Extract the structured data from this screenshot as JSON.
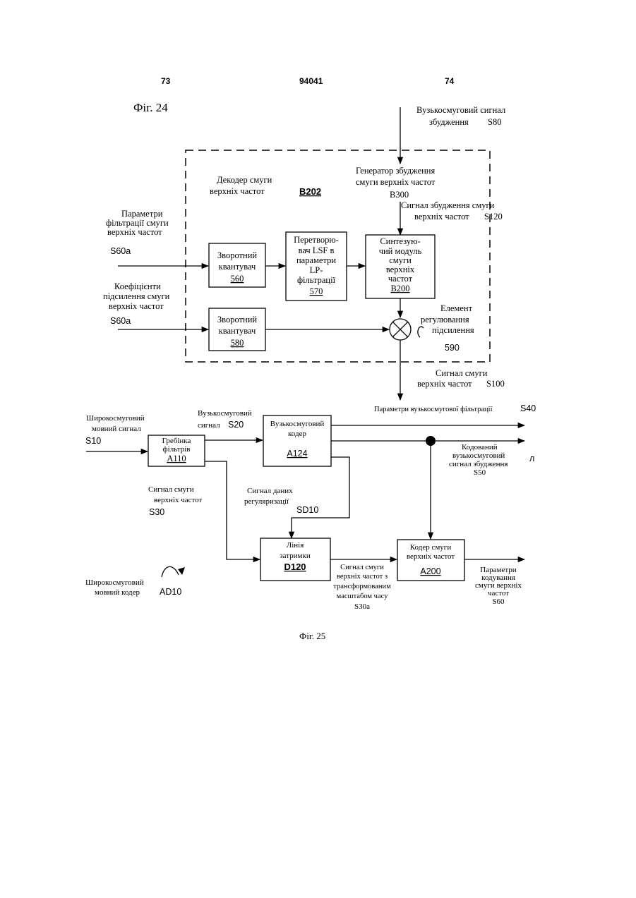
{
  "header": {
    "page_left": "73",
    "patent_number": "94041",
    "page_right": "74"
  },
  "fig24": {
    "caption": "Фіг. 24",
    "narrowband_excitation": [
      "Вузькосмуговий сигнал",
      "збудження"
    ],
    "narrowband_excitation_code": "S80",
    "decoder_label": [
      "Декодер смуги",
      "верхніх частот"
    ],
    "decoder_code": "B202",
    "generator_label": [
      "Генератор збудження",
      "смуги  верхніх частот"
    ],
    "generator_code": "B300",
    "excitation_out_label": [
      "Сигнал збудження смуги",
      "верхніх частот"
    ],
    "excitation_out_code": "S120",
    "filter_params_label": [
      "Параметри",
      "фільтрації смуги",
      "верхніх частот"
    ],
    "filter_params_code": "S60a",
    "gain_params_label": [
      "Коефіцієнти",
      "підсилення смуги",
      "верхніх частот"
    ],
    "gain_params_code": "S60a",
    "inv_quant_1": {
      "lines": [
        "Зворотний",
        "квантувач"
      ],
      "code": "560"
    },
    "lsf_converter": {
      "lines": [
        "Перетворю-",
        "вач LSF в",
        "параметри",
        "LP-",
        "фільтрації"
      ],
      "code": "570"
    },
    "synth_module": {
      "lines": [
        "Синтезую-",
        "чий модуль",
        "смуги",
        "верхніх",
        "частот"
      ],
      "code": "B200"
    },
    "inv_quant_2": {
      "lines": [
        "Зворотний",
        "квантувач"
      ],
      "code": "580"
    },
    "gain_element_label": [
      "Елемент",
      "регулювання",
      "підсилення"
    ],
    "gain_element_code": "590",
    "output_label": [
      "Сигнал смуги",
      "верхніх частот"
    ],
    "output_code": "S100"
  },
  "fig25": {
    "caption": "Фіг. 25",
    "wideband_input_label": [
      "Широкосмуговий",
      "мовний сигнал"
    ],
    "wideband_input_code": "S10",
    "filter_bank": {
      "lines": [
        "Гребінка",
        "фільтрів"
      ],
      "code": "A110"
    },
    "narrowband_signal_label": [
      "Вузькосмуговий",
      "сигнал"
    ],
    "narrowband_signal_code": "S20",
    "narrowband_coder": {
      "lines": [
        "Вузькосмуговий",
        "кодер"
      ],
      "code": "A124"
    },
    "nb_filter_params_label": "Параметри вузькосмугової фільтрації",
    "nb_filter_params_code": "S40",
    "coded_excitation_label": [
      "Кодований",
      "вузькосмуговий",
      "сигнал збудження"
    ],
    "coded_excitation_code": "S50",
    "stray_mark": "л",
    "highband_signal_label": [
      "Сигнал смуги",
      "верхніх частот"
    ],
    "highband_signal_code": "S30",
    "reg_data_label": [
      "Сигнал даних",
      "регуляризації"
    ],
    "reg_data_code": "SD10",
    "delay_line": {
      "lines": [
        "Лінія",
        "затримки"
      ],
      "code": "D120"
    },
    "highband_coder": {
      "lines": [
        "Кодер смуги",
        "верхніх частот"
      ],
      "code": "A200"
    },
    "timewarped_label": [
      "Сигнал смуги",
      "верхніх частот з",
      "трансформованим",
      "масштабом часу"
    ],
    "timewarped_code": "S30a",
    "hb_coding_params_label": [
      "Параметри",
      "кодування",
      "смуги верхніх",
      "частот"
    ],
    "hb_coding_params_code": "S60",
    "wideband_coder_label": [
      "Широкосмуговий",
      "мовний кодер"
    ],
    "wideband_coder_code": "AD10"
  }
}
